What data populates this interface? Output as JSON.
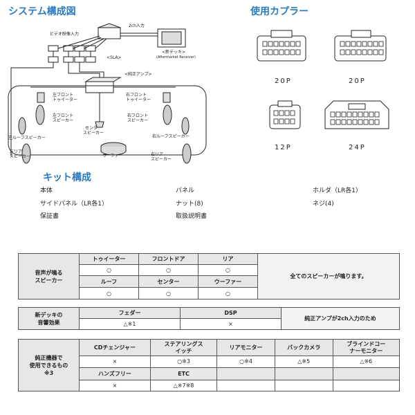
{
  "titles": {
    "system": "システム構成図",
    "coupler": "使用カプラー",
    "kit": "キット構成"
  },
  "diagram": {
    "video_in": "ビデオ映像入力",
    "ch2_in": "2ch入力",
    "sla": "<SLA>",
    "new_deck": "<新デッキ>",
    "new_deck_sub": "(Aftermarket Receiver)",
    "stock_amp": "<純正アンプ>",
    "left_front_tweeter": "左フロント\nトゥイーター",
    "right_front_tweeter": "右フロント\nトゥイーター",
    "left_front_speaker": "左フロント\nスピーカー",
    "right_front_speaker": "右フロント\nスピーカー",
    "center_speaker": "センター\nスピーカー",
    "woofer": "ウーファー",
    "left_roof_speaker": "左ルーフスピーカー",
    "right_roof_speaker": "右ルーフスピーカー",
    "left_rear_speaker": "左リア\nスピーカー",
    "right_rear_speaker": "右リア\nスピーカー"
  },
  "couplers": [
    {
      "label": "20P"
    },
    {
      "label": "20P"
    },
    {
      "label": "12P"
    },
    {
      "label": "24P"
    }
  ],
  "kit": [
    [
      "本体",
      "パネル",
      "ホルダ（LR各1）"
    ],
    [
      "サイドパネル（LR各1）",
      "ナット(8)",
      "ネジ(4)"
    ],
    [
      "保証書",
      "取扱説明書",
      ""
    ]
  ],
  "table_speakers": {
    "row_header": "音声が鳴る\nスピーカー",
    "headers1": [
      "トゥイーター",
      "フロントドア",
      "リア"
    ],
    "values1": [
      "○",
      "○",
      "○"
    ],
    "headers2": [
      "ルーフ",
      "センター",
      "ウーファー"
    ],
    "values2": [
      "○",
      "○",
      "○"
    ],
    "note": "全てのスピーカーが鳴ります。"
  },
  "table_deck": {
    "row_header": "新デッキの\n音響効果",
    "headers": [
      "フェダー",
      "DSP"
    ],
    "values": [
      "△※1",
      "×"
    ],
    "note": "純正アンプが2ch入力のため"
  },
  "table_equipment": {
    "row_header": "純正機器で\n使用できるもの\n※3",
    "headers1": [
      "CDチェンジャー",
      "ステアリングス\nイッチ",
      "リアモニター",
      "バックカメラ",
      "ブラインドコー\nナーモニター"
    ],
    "values1": [
      "×",
      "○※3",
      "○※4",
      "△※5",
      "△※6"
    ],
    "headers2": [
      "ハンズフリー",
      "ETC",
      "",
      "",
      ""
    ],
    "values2": [
      "×",
      "△※7※8",
      "",
      "",
      ""
    ]
  }
}
